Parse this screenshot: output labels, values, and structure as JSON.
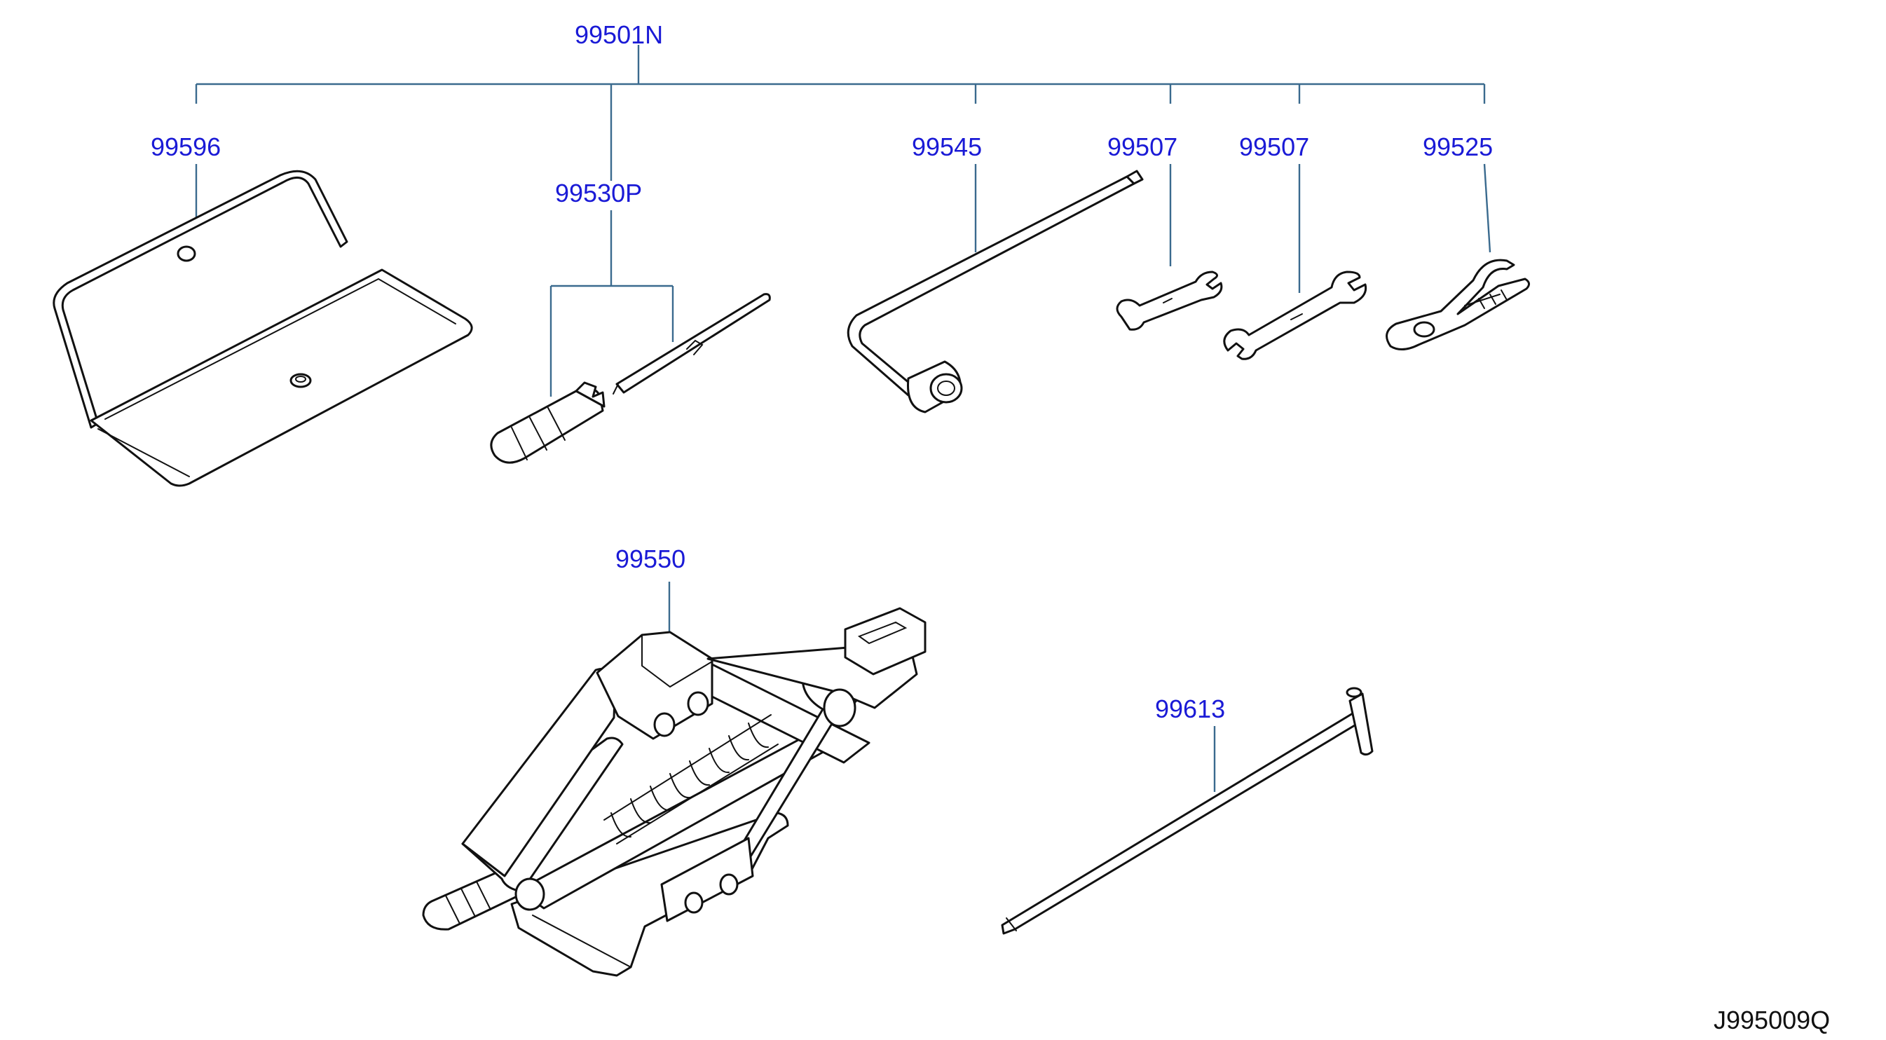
{
  "diagram": {
    "kit_label": "99501N",
    "diagram_code": "J995009Q",
    "callouts": {
      "bag": "99596",
      "screwdriver": "99530P",
      "wheel_wrench": "99545",
      "spanner_small": "99507",
      "spanner_large": "99507",
      "pliers": "99525",
      "jack": "99550",
      "jack_handle": "99613"
    }
  },
  "colors": {
    "label_text": "#1a1ad6",
    "leader_lines": "#3a6a8e",
    "part_outline": "#111111"
  }
}
